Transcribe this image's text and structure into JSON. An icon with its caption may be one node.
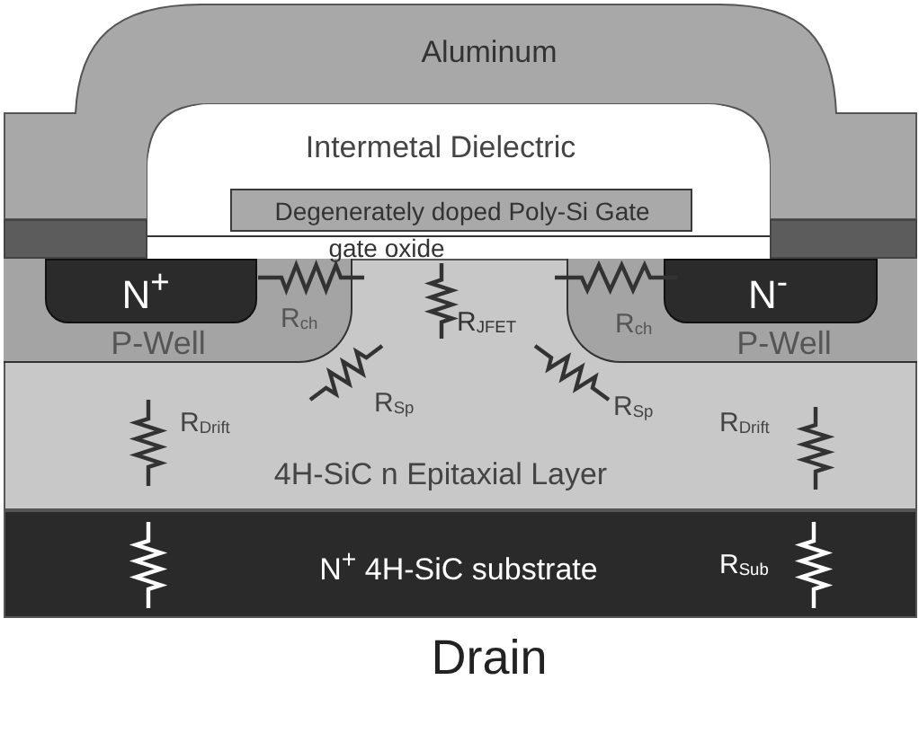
{
  "diagram": {
    "nodes": [
      {
        "text": [
          "Aluminum"
        ]
      },
      {
        "text": [
          "Intermetal Dielectric"
        ]
      },
      {
        "text": [
          "Degenerately doped Poly-Si Gate"
        ],
        "in": 1
      },
      {
        "text": [],
        "shape": "bar"
      },
      {
        "text": [],
        "shape": "bar"
      },
      {
        "text": [
          "gate oxide"
        ]
      },
      {
        "text": [
          "4H-SiC n Epitaxial Layer"
        ]
      },
      {
        "text": [
          "P-Well"
        ],
        "in": 6
      },
      {
        "text": [
          "N$^{+}$"
        ],
        "in": 7
      },
      {
        "text": [
          "P-Well"
        ],
        "in": 6
      },
      {
        "text": [
          "N$^{-}$"
        ],
        "in": 9
      },
      {
        "text": [
          "N$^{+}$ 4H-SiC substrate"
        ],
        "beside": [
          "Drain"
        ]
      }
    ],
    "labels": [
      "R$_{ch}$",
      "R$_{JFET}$",
      "R$_{ch}$",
      "R$_{Sp}$",
      "R$_{Sp}$",
      "R$_{Drift}$",
      "R$_{Drift}$",
      "R$_{Sub}$"
    ]
  }
}
